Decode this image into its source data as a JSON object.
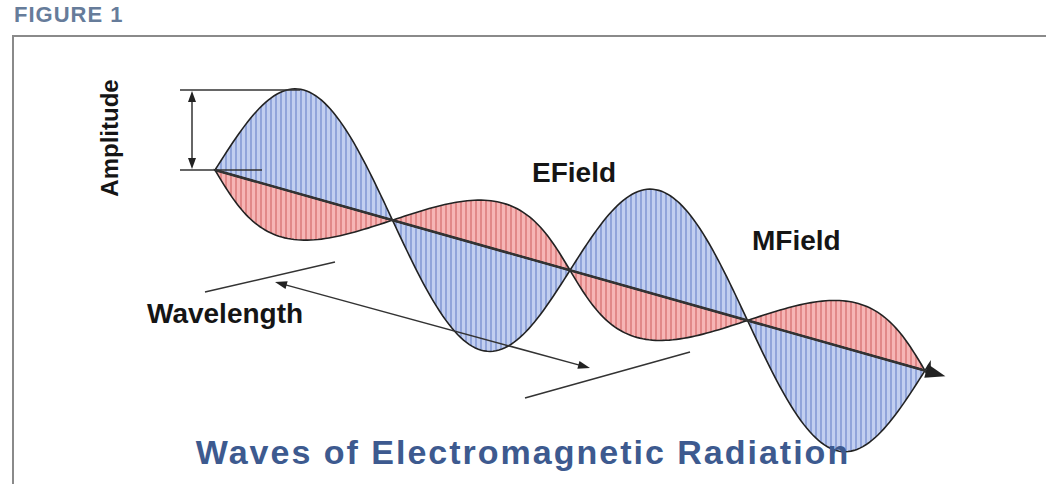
{
  "diagram": {
    "title": "FIGURE 1",
    "caption": "Waves of Electromagnetic Radiation",
    "labels": [
      "Amplitude",
      "EField",
      "MField",
      "Wavelength"
    ]
  }
}
